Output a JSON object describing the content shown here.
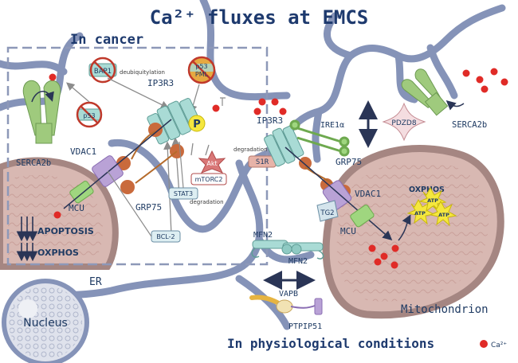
{
  "title": "Ca²⁺ fluxes at EMCS",
  "panels": {
    "cancer": "In cancer",
    "physiological": "In physiological conditions"
  },
  "organelles": {
    "er": "ER",
    "nucleus": "Nucleus",
    "mitochondrion": "Mitochondrion"
  },
  "cancer_labels": {
    "serca2b": "SERCA2b",
    "bap1": "BAP1",
    "p53_top": "p53",
    "pml": "PML",
    "deubiquitylation": "deubiquitylation",
    "ip3r3": "IP3R3",
    "p53_mid": "p53",
    "p_site": "P",
    "vdac1": "VDAC1",
    "grp75": "GRP75",
    "mcu": "MCU",
    "akt": "Akt",
    "mtorc2": "mTORC2",
    "degradation": "degradation",
    "stat3": "STAT3",
    "bcl2": "BCL-2",
    "apoptosis": "APOPTOSIS",
    "oxphos": "OXPHOS"
  },
  "phys_labels": {
    "ip3r3": "IP3R3",
    "ire1a": "IRE1α",
    "degradation": "degradation",
    "s1r": "S1R",
    "grp75": "GRP75",
    "pdzd8": "PDZD8",
    "serca2b": "SERCA2b",
    "vdac1": "VDAC1",
    "tg2": "TG2",
    "oxphos": "OXPHOS",
    "atp": "ATP",
    "mcu": "MCU",
    "mfn2_a": "MFN2",
    "mfn2_b": "MFN2",
    "vapb": "VAPB",
    "ptpip51": "PTPIP51"
  },
  "legend": {
    "ca_label": "Ca²⁺"
  },
  "colors": {
    "er_membrane": "#8593b8",
    "mito_outer": "#a58682",
    "mito_fill": "#d8b8b2",
    "calcium": "#e02b27",
    "ip3r3": "#a9dbd5",
    "grp75": "#c96a3c",
    "vdac1": "#b9a2d6",
    "mcu": "#9fd67f",
    "serca": "#9fca7d",
    "title": "#1e3a6e",
    "dark_text": "#1f3b63"
  }
}
